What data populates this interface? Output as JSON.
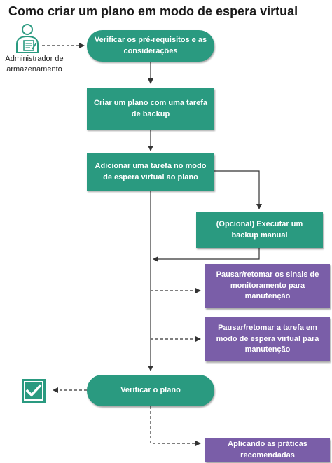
{
  "title": "Como criar um plano em modo de espera virtual",
  "actor": {
    "label": "Administrador de armazenamento",
    "icon": "administrator-person-icon"
  },
  "nodes": {
    "verify_prereq": "Verificar os pré-requisitos e as considerações",
    "create_plan": "Criar um plano com uma tarefa de backup",
    "add_vs_task": "Adicionar uma tarefa no modo de espera virtual ao plano",
    "manual_backup": "(Opcional) Executar um backup manual",
    "pause_heartbeat": "Pausar/retomar os sinais de monitoramento para manutenção",
    "pause_vs_task": "Pausar/retomar a tarefa em modo de espera virtual para manutenção",
    "verify_plan": "Verificar o plano",
    "best_practices": "Aplicando as práticas recomendadas"
  },
  "end_icon": "checkmark-checkbox-icon",
  "colors": {
    "step": "#2a9a80",
    "optional": "#7a5ea8",
    "connector": "#333333",
    "icon": "#2a9a80"
  }
}
